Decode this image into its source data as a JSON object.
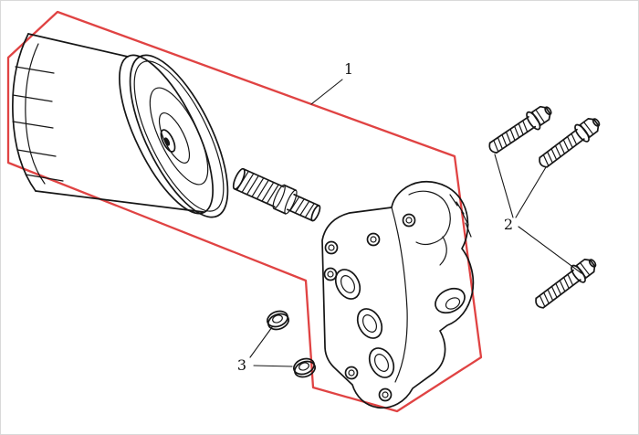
{
  "diagram": {
    "colors": {
      "background": "#ffffff",
      "line": "#161616",
      "highlight": "#e04343"
    },
    "callouts": [
      {
        "label": "1"
      },
      {
        "label": "2"
      },
      {
        "label": "3"
      }
    ]
  }
}
